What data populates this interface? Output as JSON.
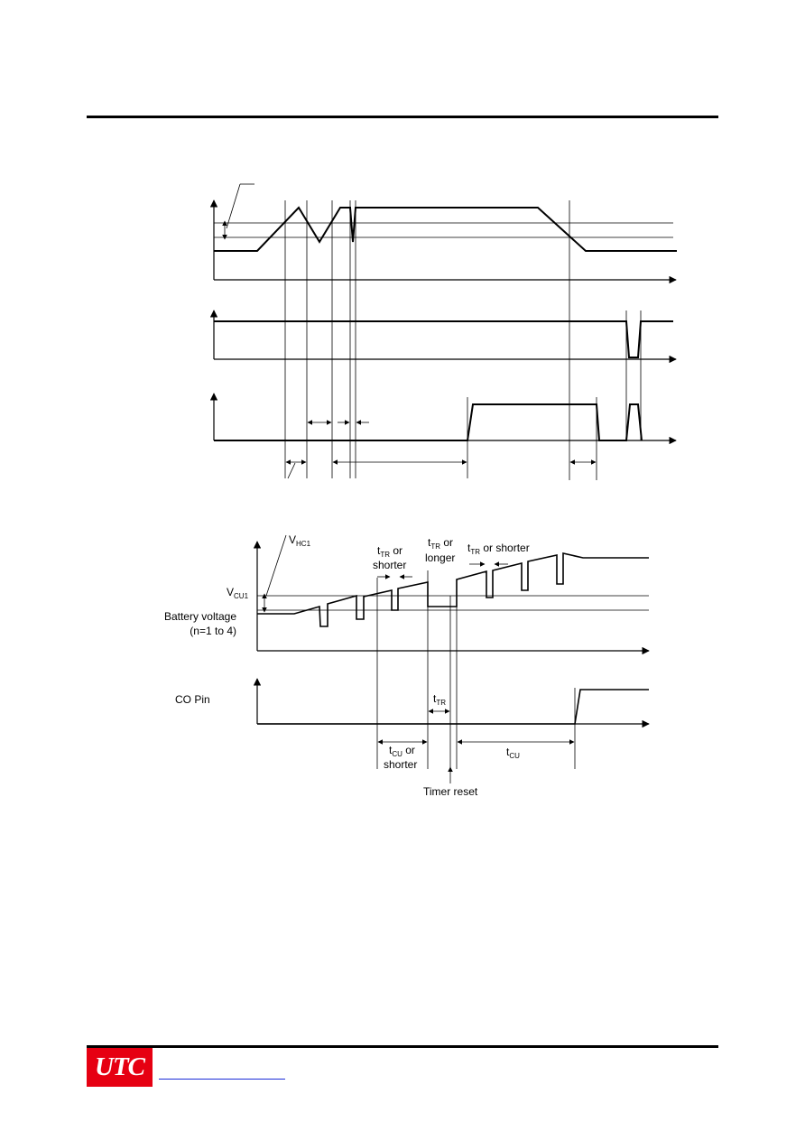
{
  "diagram2": {
    "labels": {
      "vhc_main": "V",
      "vhc_sub": "HC1",
      "vcu_main": "V",
      "vcu_sub": "CU1",
      "battery_line1": "Battery voltage",
      "battery_line2": "(n=1 to 4)",
      "co_pin": "CO Pin",
      "ttr_short_t": "t",
      "ttr_short_sub": "TR",
      "ttr_short_rest": " or",
      "ttr_short_line2": "shorter",
      "ttr_long_t": "t",
      "ttr_long_sub": "TR",
      "ttr_long_rest": " or",
      "ttr_long_line2": "longer",
      "ttr_right_t": "t",
      "ttr_right_sub": "TR",
      "ttr_right_rest": " or shorter",
      "tr_t": "t",
      "tr_sub": "TR",
      "tcu_left_t": "t",
      "tcu_left_sub": "CU",
      "tcu_left_rest": " or",
      "tcu_left_line2": "shorter",
      "tcu_right_t": "t",
      "tcu_right_sub": "CU",
      "timer_reset": "Timer reset"
    }
  },
  "footer": {
    "logo": "UTC"
  },
  "colors": {
    "logo_bg": "#e60012",
    "link": "#1a2bd8"
  }
}
